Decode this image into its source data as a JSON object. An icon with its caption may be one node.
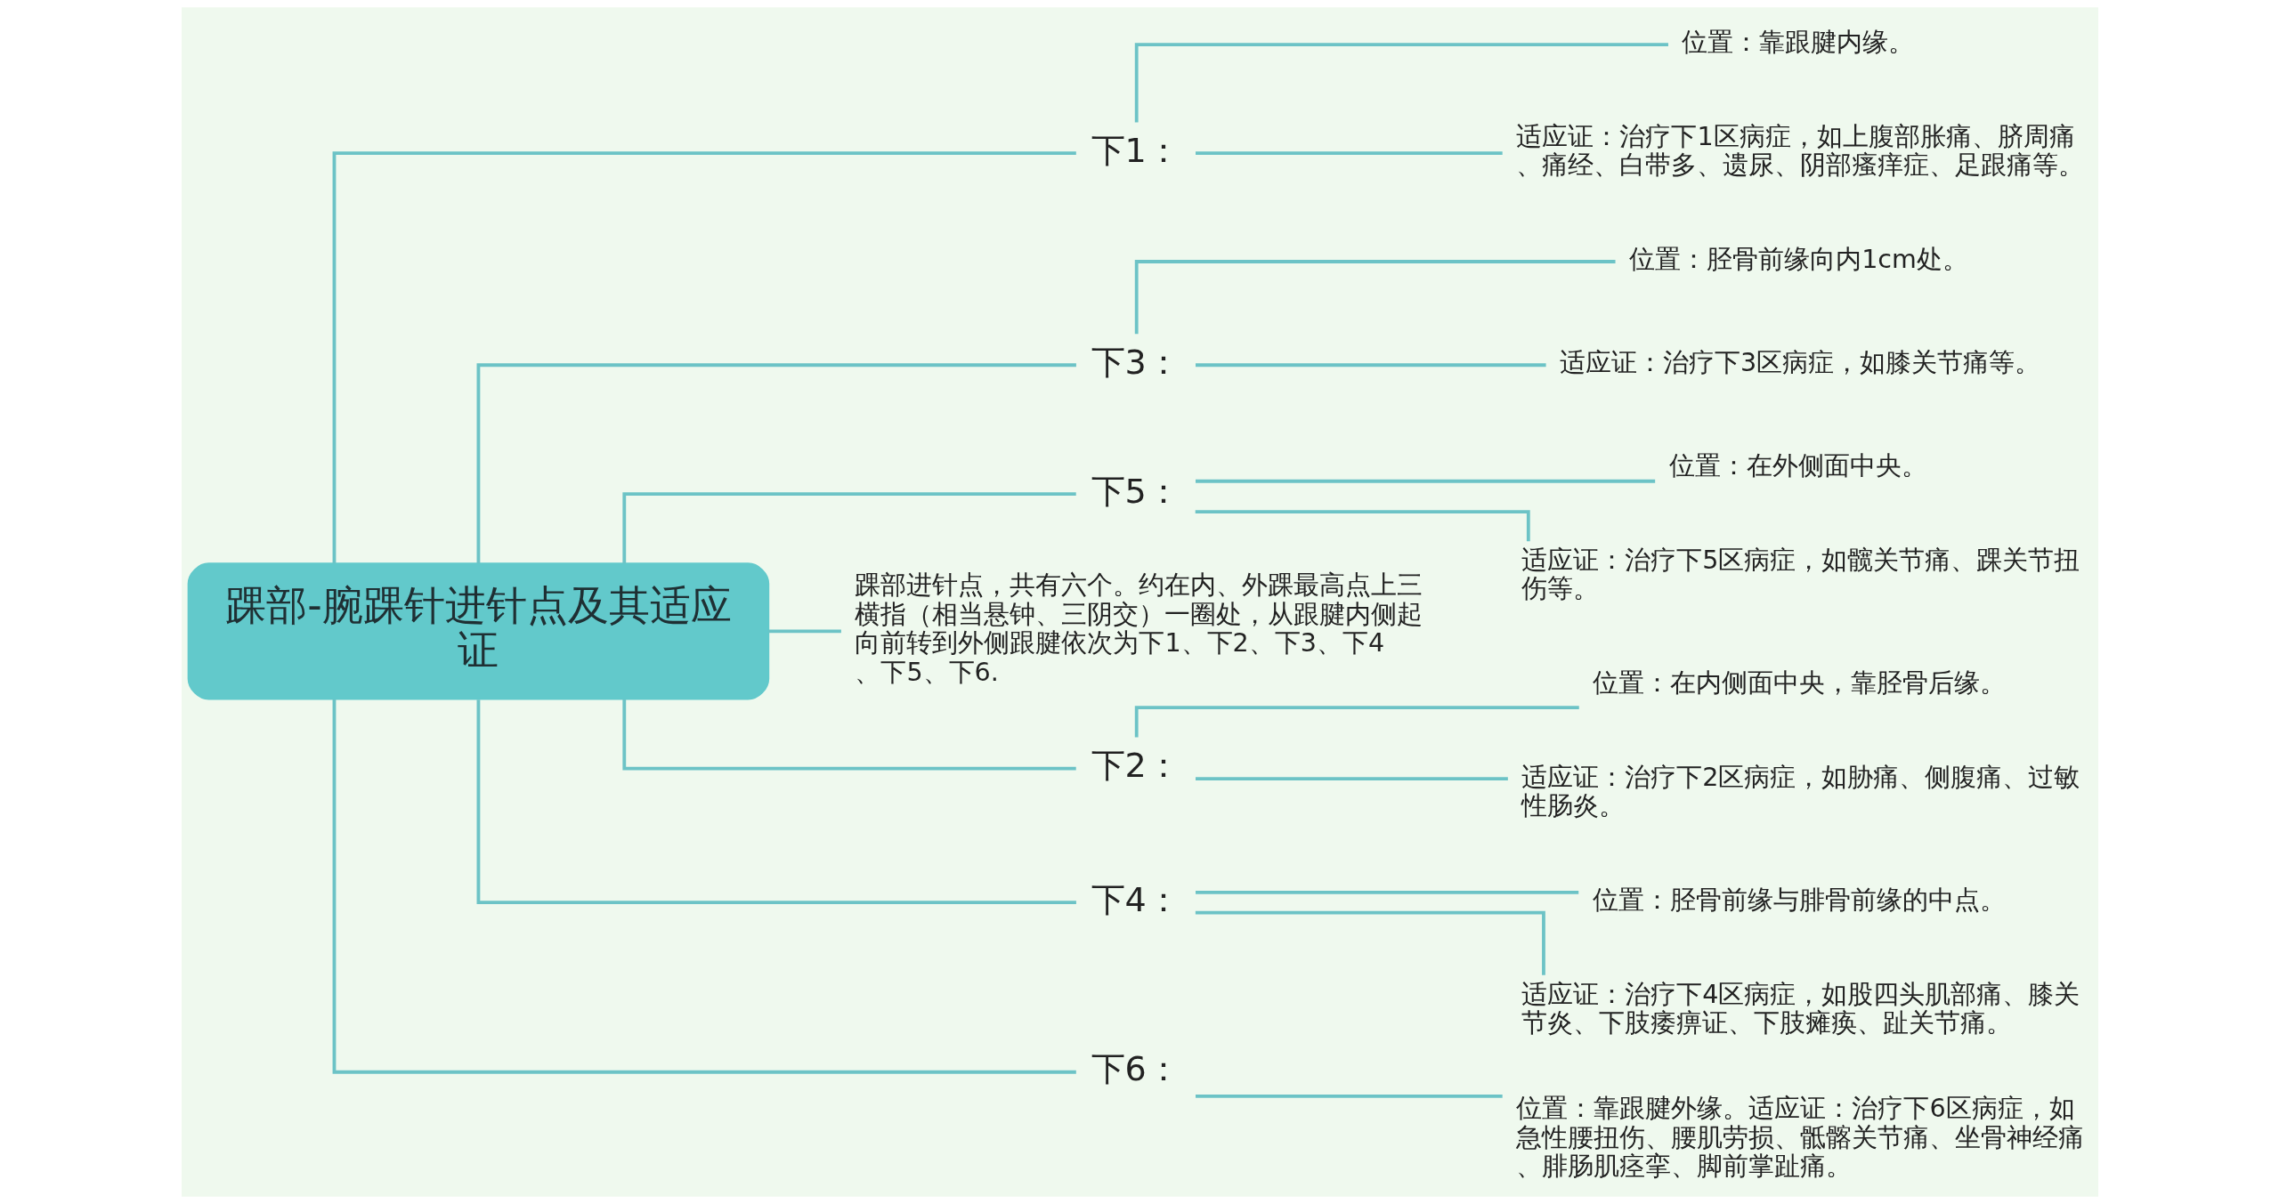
{
  "diagram": {
    "nodes": [
      {
        "text": [
          "踝部-腕踝针进针点及其适应证"
        ]
      },
      {
        "text": [
          "下1："
        ]
      },
      {
        "text": [
          "位置：靠跟腱内缘。"
        ]
      },
      {
        "text": [
          "适应证：治疗下1区病症，如上腹部胀痛、脐周痛、痛经、白带多、遗尿、阴部瘙痒症、足跟痛等。"
        ]
      },
      {
        "text": [
          "下3："
        ]
      },
      {
        "text": [
          "位置：胫骨前缘向内1cm处。"
        ]
      },
      {
        "text": [
          "适应证：治疗下3区病症，如膝关节痛等。"
        ]
      },
      {
        "text": [
          "下5："
        ]
      },
      {
        "text": [
          "位置：在外侧面中央。"
        ]
      },
      {
        "text": [
          "适应证：治疗下5区病症，如髋关节痛、踝关节扭伤等。"
        ]
      },
      {
        "text": [
          "踝部进针点，共有六个。约在内、外踝最高点上三横指（相当悬钟、三阴交）一圈处，从跟腱内侧起向前转到外侧跟腱依次为下1、下2、下3、下4、下5、下6."
        ]
      },
      {
        "text": [
          "下2："
        ]
      },
      {
        "text": [
          "位置：在内侧面中央，靠胫骨后缘。"
        ]
      },
      {
        "text": [
          "适应证：治疗下2区病症，如胁痛、侧腹痛、过敏性肠炎。"
        ]
      },
      {
        "text": [
          "下4："
        ]
      },
      {
        "text": [
          "位置：胫骨前缘与腓骨前缘的中点。"
        ]
      },
      {
        "text": [
          "适应证：治疗下4区病症，如股四头肌部痛、膝关节炎、下肢痿痹证、下肢瘫痪、趾关节痛。"
        ]
      },
      {
        "text": [
          "下6："
        ]
      },
      {
        "text": [
          "位置：靠跟腱外缘。适应证：治疗下6区病症，如急性腰扭伤、腰肌劳损、骶髂关节痛、坐骨神经痛、腓肠肌痉挛、脚前掌趾痛。"
        ]
      }
    ],
    "edges": [
      {
        "from": 0,
        "to": 1,
        "arrow": "none"
      },
      {
        "from": 1,
        "to": 2,
        "arrow": "none"
      },
      {
        "from": 1,
        "to": 3,
        "arrow": "none"
      },
      {
        "from": 0,
        "to": 4,
        "arrow": "none"
      },
      {
        "from": 4,
        "to": 5,
        "arrow": "none"
      },
      {
        "from": 4,
        "to": 6,
        "arrow": "none"
      },
      {
        "from": 0,
        "to": 7,
        "arrow": "none"
      },
      {
        "from": 7,
        "to": 8,
        "arrow": "none"
      },
      {
        "from": 7,
        "to": 9,
        "arrow": "none"
      },
      {
        "from": 0,
        "to": 10,
        "arrow": "none"
      },
      {
        "from": 0,
        "to": 11,
        "arrow": "none"
      },
      {
        "from": 11,
        "to": 12,
        "arrow": "none"
      },
      {
        "from": 11,
        "to": 13,
        "arrow": "none"
      },
      {
        "from": 0,
        "to": 14,
        "arrow": "none"
      },
      {
        "from": 14,
        "to": 15,
        "arrow": "none"
      },
      {
        "from": 14,
        "to": 16,
        "arrow": "none"
      },
      {
        "from": 0,
        "to": 17,
        "arrow": "none"
      },
      {
        "from": 17,
        "to": 18,
        "arrow": "none"
      }
    ]
  }
}
